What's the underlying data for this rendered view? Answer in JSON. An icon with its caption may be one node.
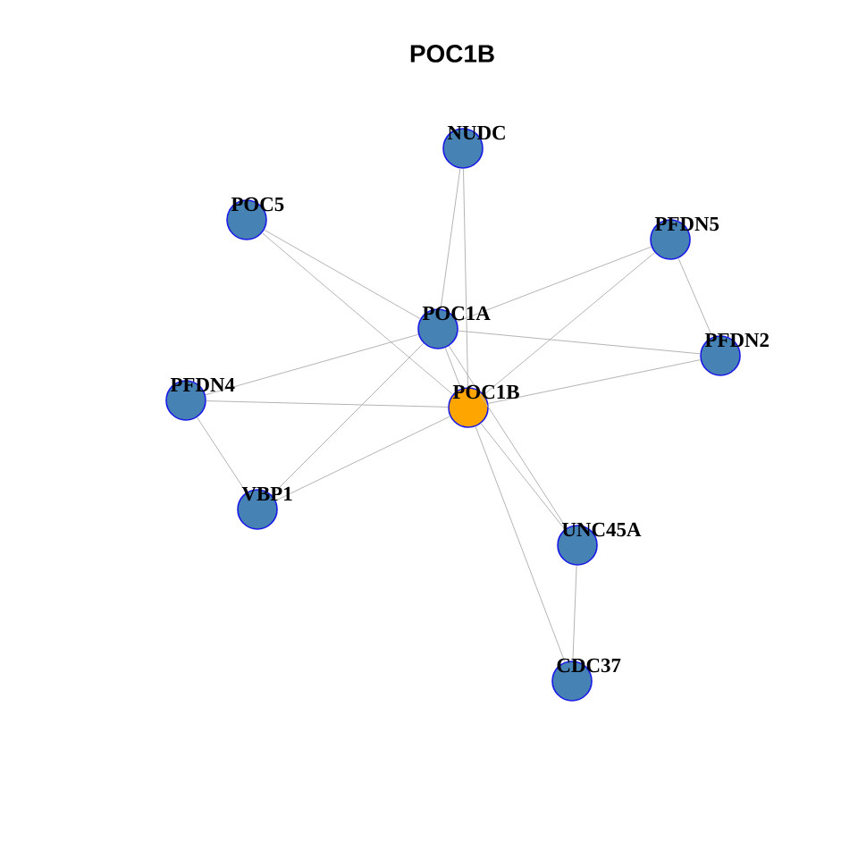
{
  "diagram": {
    "title": "POC1B",
    "nodes": [
      {
        "text": [
          "NUDC"
        ]
      },
      {
        "text": [
          "POC5"
        ]
      },
      {
        "text": [
          "PFDN5"
        ]
      },
      {
        "text": [
          "POC1A"
        ]
      },
      {
        "text": [
          "PFDN2"
        ]
      },
      {
        "text": [
          "PFDN4"
        ]
      },
      {
        "text": [
          "POC1B"
        ]
      },
      {
        "text": [
          "VBP1"
        ]
      },
      {
        "text": [
          "UNC45A"
        ]
      },
      {
        "text": [
          "CDC37"
        ]
      }
    ],
    "edges": [
      {
        "from": 0,
        "to": 3,
        "arrow": "none"
      },
      {
        "from": 0,
        "to": 6,
        "arrow": "none"
      },
      {
        "from": 1,
        "to": 3,
        "arrow": "none"
      },
      {
        "from": 1,
        "to": 6,
        "arrow": "none"
      },
      {
        "from": 2,
        "to": 3,
        "arrow": "none"
      },
      {
        "from": 2,
        "to": 6,
        "arrow": "none"
      },
      {
        "from": 2,
        "to": 4,
        "arrow": "none"
      },
      {
        "from": 3,
        "to": 4,
        "arrow": "none"
      },
      {
        "from": 3,
        "to": 5,
        "arrow": "none"
      },
      {
        "from": 3,
        "to": 7,
        "arrow": "none"
      },
      {
        "from": 3,
        "to": 6,
        "arrow": "none"
      },
      {
        "from": 3,
        "to": 8,
        "arrow": "none"
      },
      {
        "from": 6,
        "to": 8,
        "arrow": "none"
      },
      {
        "from": 6,
        "to": 4,
        "arrow": "none"
      },
      {
        "from": 5,
        "to": 6,
        "arrow": "none"
      },
      {
        "from": 5,
        "to": 7,
        "arrow": "none"
      },
      {
        "from": 7,
        "to": 6,
        "arrow": "none"
      },
      {
        "from": 6,
        "to": 9,
        "arrow": "none"
      },
      {
        "from": 8,
        "to": 9,
        "arrow": "none"
      }
    ]
  }
}
